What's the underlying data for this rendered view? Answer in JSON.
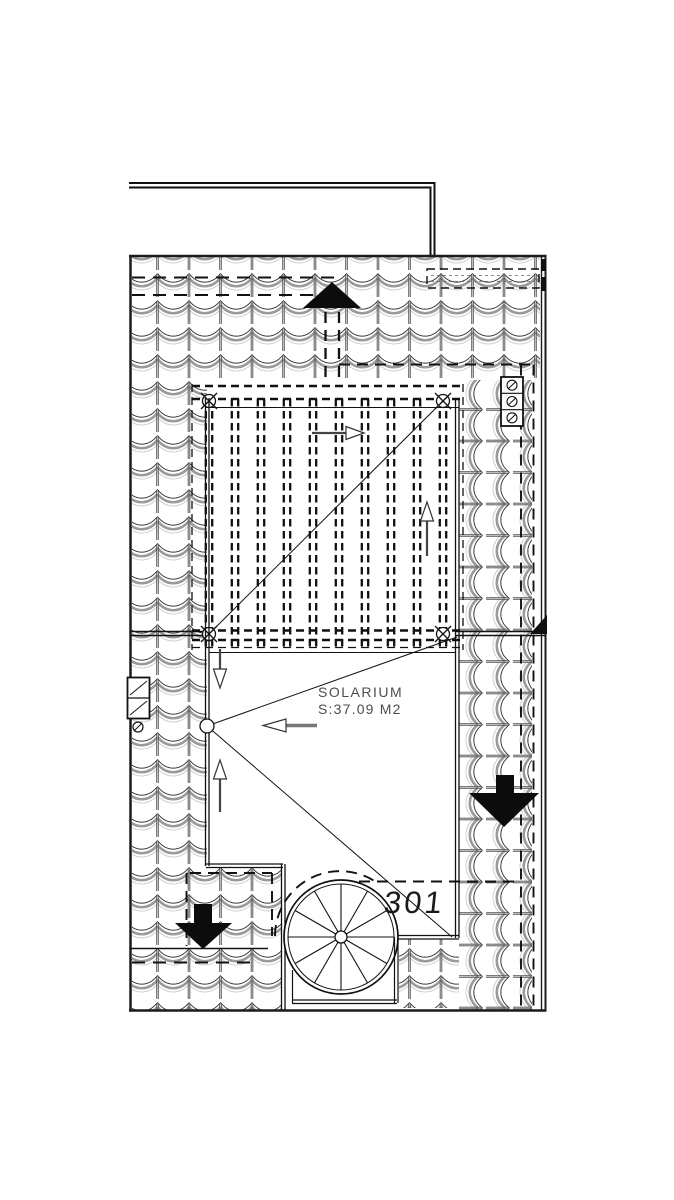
{
  "labels": {
    "room_name": "SOLARIUM",
    "room_area": "S:37.09  M2",
    "unit_number": "301"
  },
  "colors": {
    "ink": "#1b1b1b",
    "tile_gray": "#9a9a9a",
    "text_gray": "#4d4d4d",
    "background": "#ffffff"
  },
  "symbols": {
    "black_arrow_up": "roof-access arrow up",
    "black_arrow_down_left": "roof-access arrow down",
    "black_arrow_down_right": "roof-access arrow down",
    "ridge_arrowhead": "ridge direction arrowhead",
    "open_arrows": "slope direction arrows",
    "posts": "pergola corner posts",
    "spiral_stair": "spiral staircase",
    "vent_stack": "roof vent stack",
    "chimney": "chimney"
  }
}
